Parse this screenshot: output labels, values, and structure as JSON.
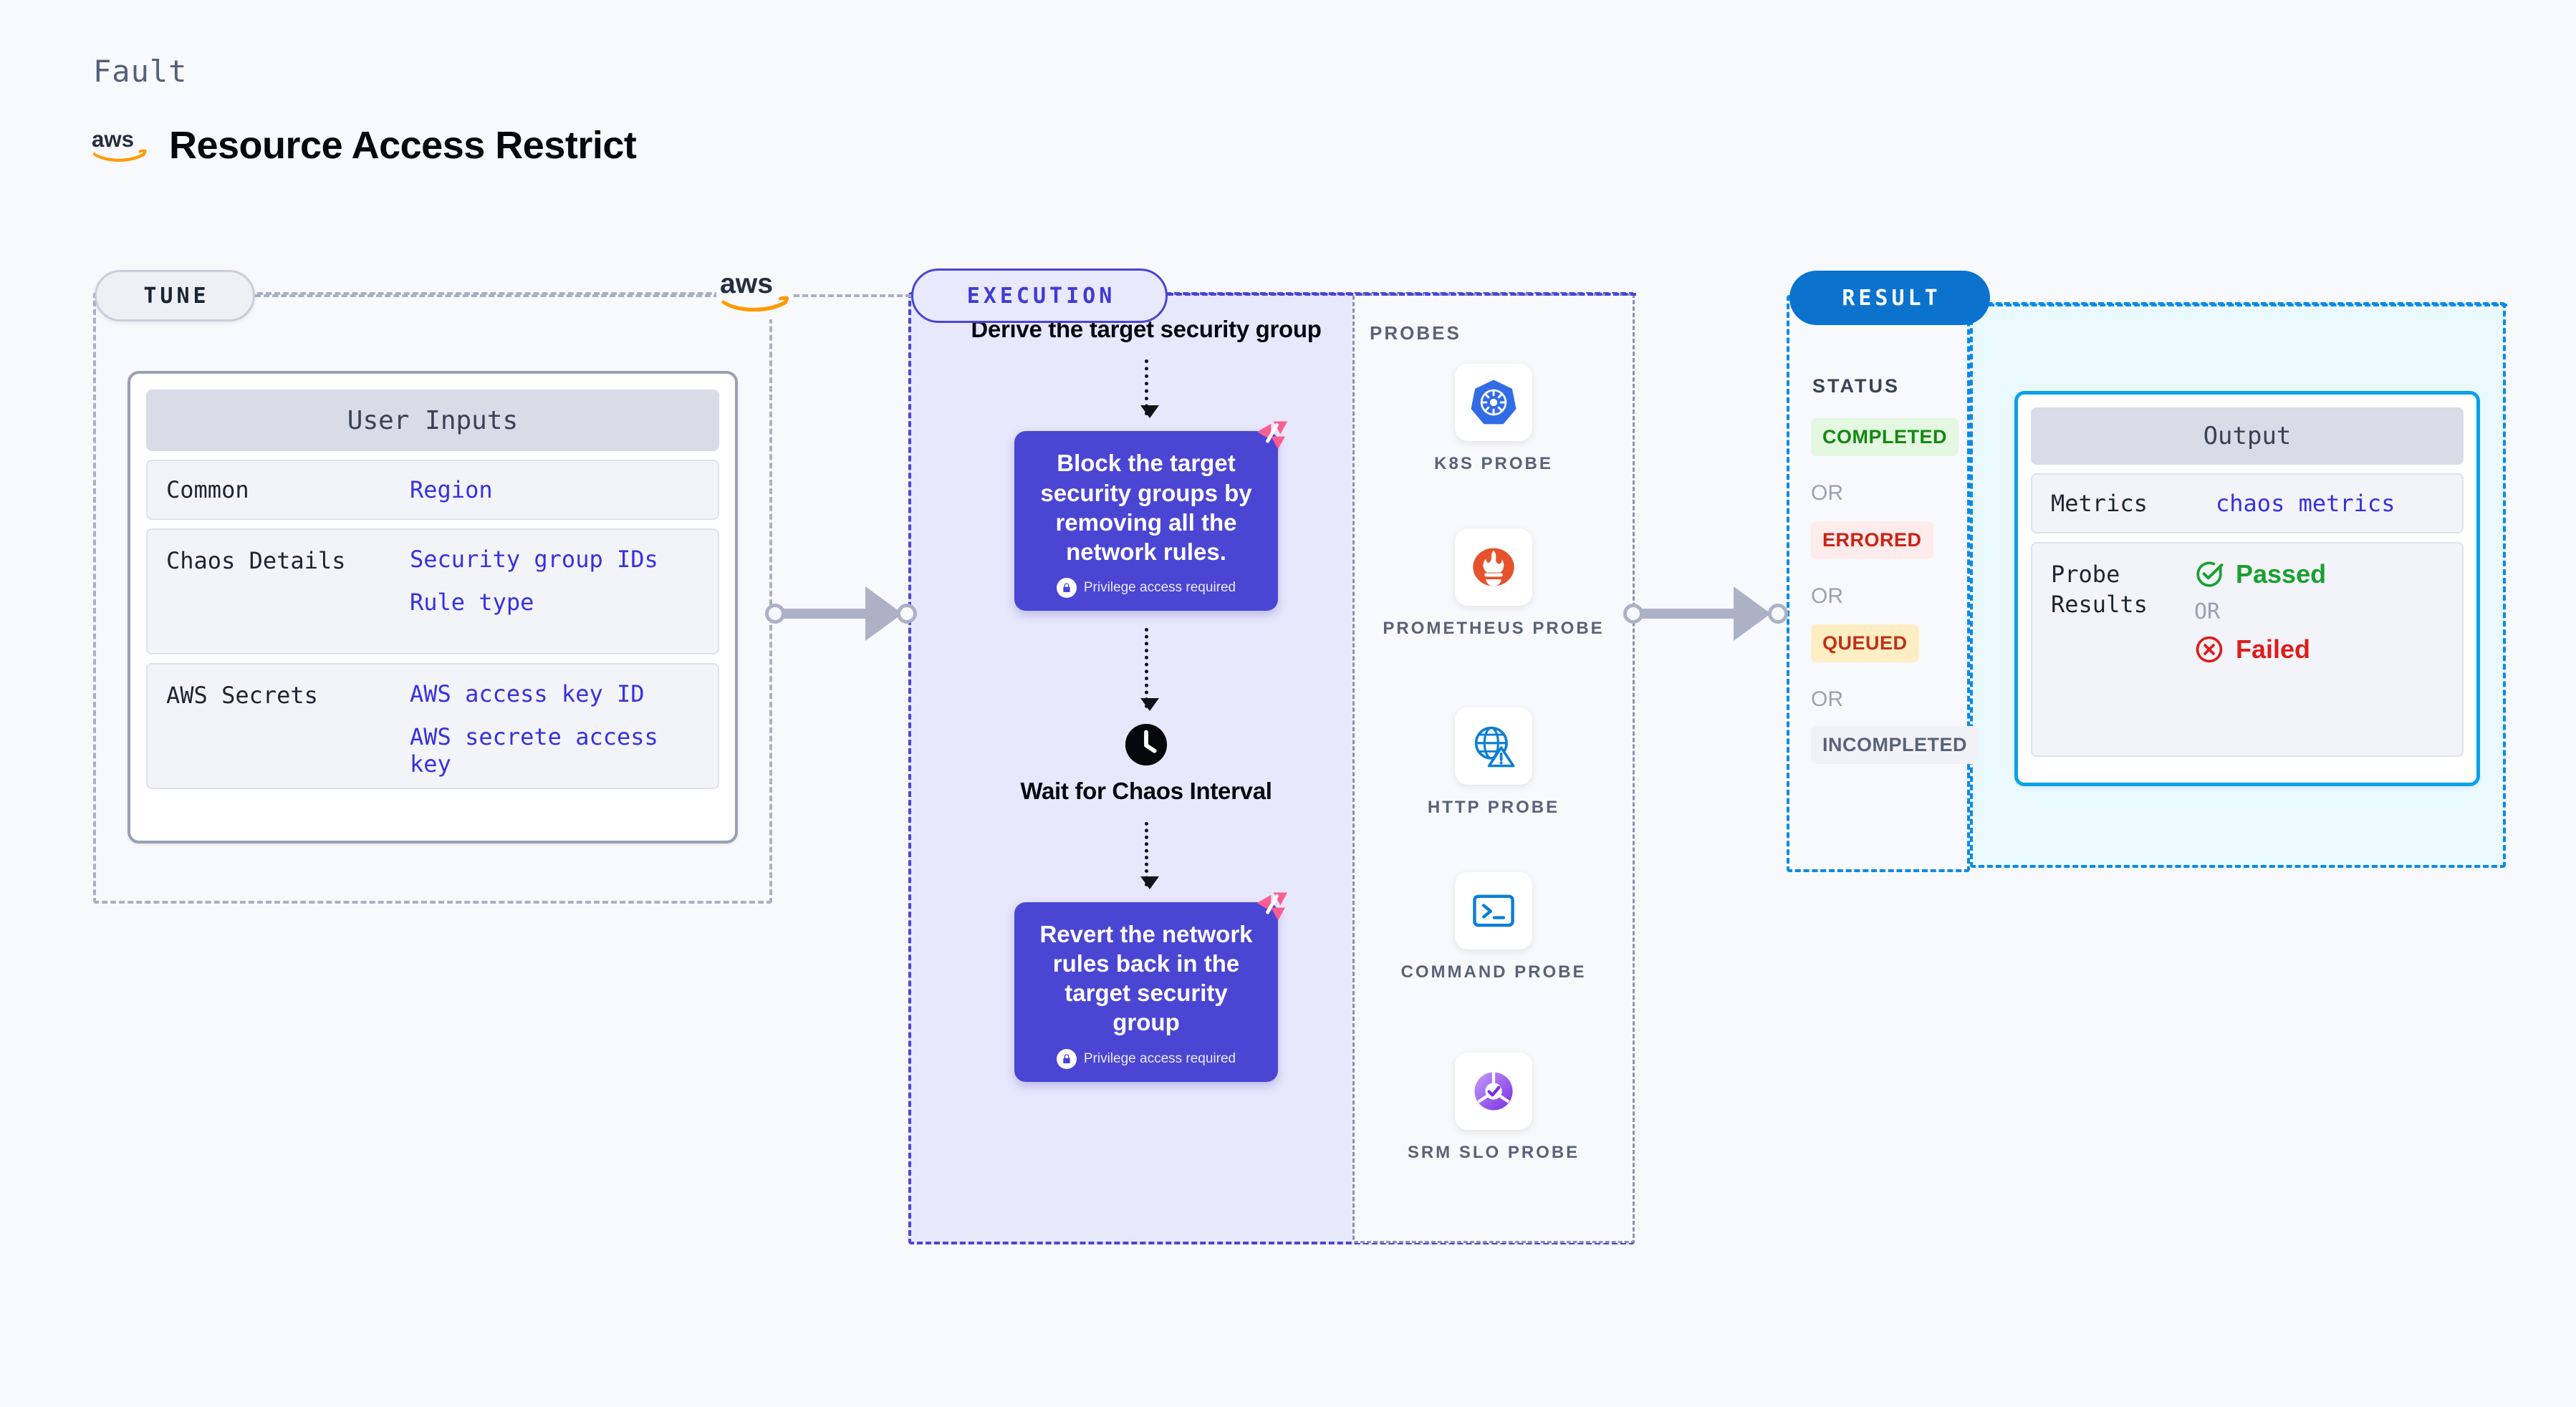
{
  "header": {
    "kicker": "Fault",
    "title": "Resource Access Restrict",
    "brand_icon": "aws-logo"
  },
  "tune": {
    "pill_label": "TUNE",
    "brand_icon": "aws-logo",
    "card": {
      "title": "User Inputs",
      "rows": [
        {
          "label": "Common",
          "values": [
            "Region"
          ]
        },
        {
          "label": "Chaos Details",
          "values": [
            "Security group IDs",
            "Rule type"
          ]
        },
        {
          "label": "AWS Secrets",
          "values": [
            "AWS access key ID",
            "AWS secrete access key"
          ]
        }
      ]
    }
  },
  "execution": {
    "pill_label": "EXECUTION",
    "steps": [
      {
        "type": "label",
        "text": "Derive the target security group"
      },
      {
        "type": "card",
        "text": "Block the target security groups by removing all the network rules.",
        "note": "Privilege access required",
        "note_icon": "lock-icon",
        "badge_icon": "harness-logo"
      },
      {
        "type": "wait",
        "icon": "clock-icon",
        "text": "Wait for Chaos Interval"
      },
      {
        "type": "card",
        "text": "Revert the network rules back in the target security group",
        "note": "Privilege access required",
        "note_icon": "lock-icon",
        "badge_icon": "harness-logo"
      }
    ]
  },
  "probes": {
    "title": "PROBES",
    "items": [
      {
        "name": "K8S PROBE",
        "icon": "kubernetes-icon"
      },
      {
        "name": "PROMETHEUS PROBE",
        "icon": "prometheus-icon"
      },
      {
        "name": "HTTP PROBE",
        "icon": "http-globe-icon"
      },
      {
        "name": "COMMAND PROBE",
        "icon": "terminal-icon"
      },
      {
        "name": "SRM SLO PROBE",
        "icon": "srm-slo-icon"
      }
    ]
  },
  "result": {
    "pill_label": "RESULT",
    "status": {
      "title": "STATUS",
      "separator": "OR",
      "badges": [
        {
          "label": "COMPLETED",
          "bg": "#e3f7e1",
          "fg": "#168712"
        },
        {
          "label": "ERRORED",
          "bg": "#fdeceb",
          "fg": "#cb2216"
        },
        {
          "label": "QUEUED",
          "bg": "#fdeec4",
          "fg": "#c03018"
        },
        {
          "label": "INCOMPLETED",
          "bg": "#f1f2f7",
          "fg": "#5a6279"
        }
      ]
    },
    "output": {
      "title": "Output",
      "rows": [
        {
          "label": "Metrics",
          "values": [
            "chaos metrics"
          ]
        },
        {
          "label": "Probe\nResults",
          "pass": "Passed",
          "separator": "OR",
          "fail": "Failed",
          "pass_icon": "check-circle-icon",
          "fail_icon": "x-circle-icon"
        }
      ]
    }
  },
  "colors": {
    "background": "#f8f9fc",
    "execution_panel": "#e7e8fc",
    "purple_card": "#4b45d4",
    "result_blue": "#0b72ce",
    "output_panel": "#eaf9fd",
    "output_border": "#0aa2e8",
    "link_text": "#3730e0",
    "connector": "#acb1c6",
    "harness_pink": "#fa5d8f"
  }
}
